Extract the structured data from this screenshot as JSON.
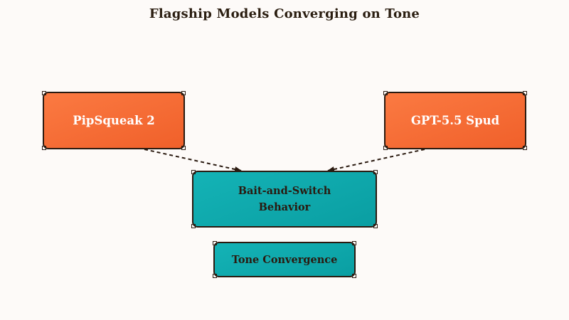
{
  "diagram": {
    "title": "Flagship Models Converging on Tone",
    "nodes": {
      "pipsqueak": {
        "label": "PipSqueak 2",
        "fill": "#f46a32"
      },
      "gpt": {
        "label": "GPT-5.5 Spud",
        "fill": "#f46a32"
      },
      "bait": {
        "label": "Bait-and-Switch Behavior",
        "fill": "#10aaae"
      },
      "tone": {
        "label": "Tone Convergence",
        "fill": "#10aaae"
      }
    },
    "edges": [
      {
        "from": "pipsqueak",
        "to": "bait",
        "style": "dashed"
      },
      {
        "from": "gpt",
        "to": "bait",
        "style": "dashed"
      }
    ],
    "colors": {
      "background": "#fdfaf8",
      "stroke": "#2a1a10",
      "title": "#2a1d10"
    }
  }
}
